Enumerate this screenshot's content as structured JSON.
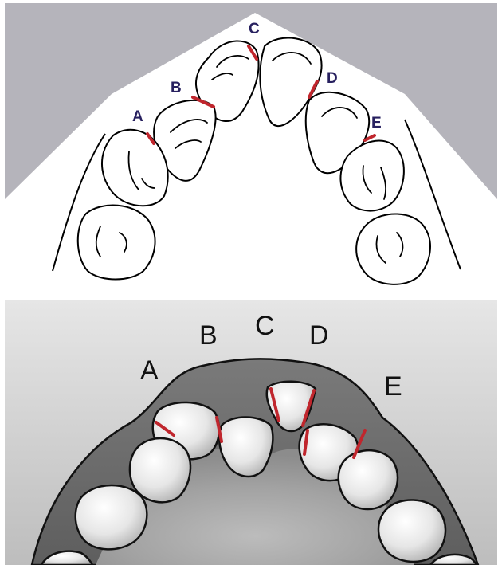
{
  "top_diagram": {
    "labels": [
      "A",
      "B",
      "C",
      "D",
      "E"
    ],
    "label_color": "#27205f",
    "contact_color": "#c0262d",
    "background_color": "#b5b4bb"
  },
  "bottom_diagram": {
    "labels": [
      "A",
      "B",
      "C",
      "D",
      "E"
    ],
    "label_color": "#111111",
    "contact_color": "#c0262d"
  }
}
